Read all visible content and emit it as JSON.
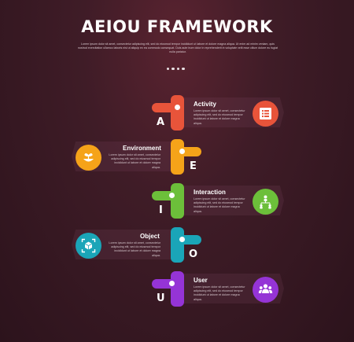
{
  "title": "AEIOU FRAMEWORK",
  "intro": "Lorem ipsum dolor sit amet, consectetur adipiscing elit, sed do eiusmod tempor incididunt ut labore et dolore magna aliqua. Ut enim ad minim veniam, quis nostrud exercitation ullamco laboris nisi ut aliquip ex ea commodo consequat. Duis aute irure dolor in reprehenderit in voluptate velit esse cillum dolore eu fugiat nulla pariatur.",
  "items": [
    {
      "letter": "A",
      "label": "Activity",
      "body": "Lorem ipsum dolor sit amet, consectetur adipiscing elit, sed do eiusmod tempor incididunt ut labore et dolore magna aliqua.",
      "color": "#e8543a",
      "icon": "list-icon"
    },
    {
      "letter": "E",
      "label": "Environment",
      "body": "Lorem ipsum dolor sit amet, consectetur adipiscing elit, sed do eiusmod tempor incididunt ut labore et dolore magna aliqua.",
      "color": "#f5a319",
      "icon": "nature-icon"
    },
    {
      "letter": "I",
      "label": "Interaction",
      "body": "Lorem ipsum dolor sit amet, consectetur adipiscing elit, sed do eiusmod tempor incididunt ut labore et dolore magna aliqua.",
      "color": "#6cbf3a",
      "icon": "network-icon"
    },
    {
      "letter": "O",
      "label": "Object",
      "body": "Lorem ipsum dolor sit amet, consectetur adipiscing elit, sed do eiusmod tempor incididunt ut labore et dolore magna aliqua.",
      "color": "#1aa5b8",
      "icon": "cube-scan-icon"
    },
    {
      "letter": "U",
      "label": "User",
      "body": "Lorem ipsum dolor sit amet, consectetur adipiscing elit, sed do eiusmod tempor incididunt ut labore et dolore magna aliqua.",
      "color": "#9534d6",
      "icon": "users-icon"
    }
  ]
}
